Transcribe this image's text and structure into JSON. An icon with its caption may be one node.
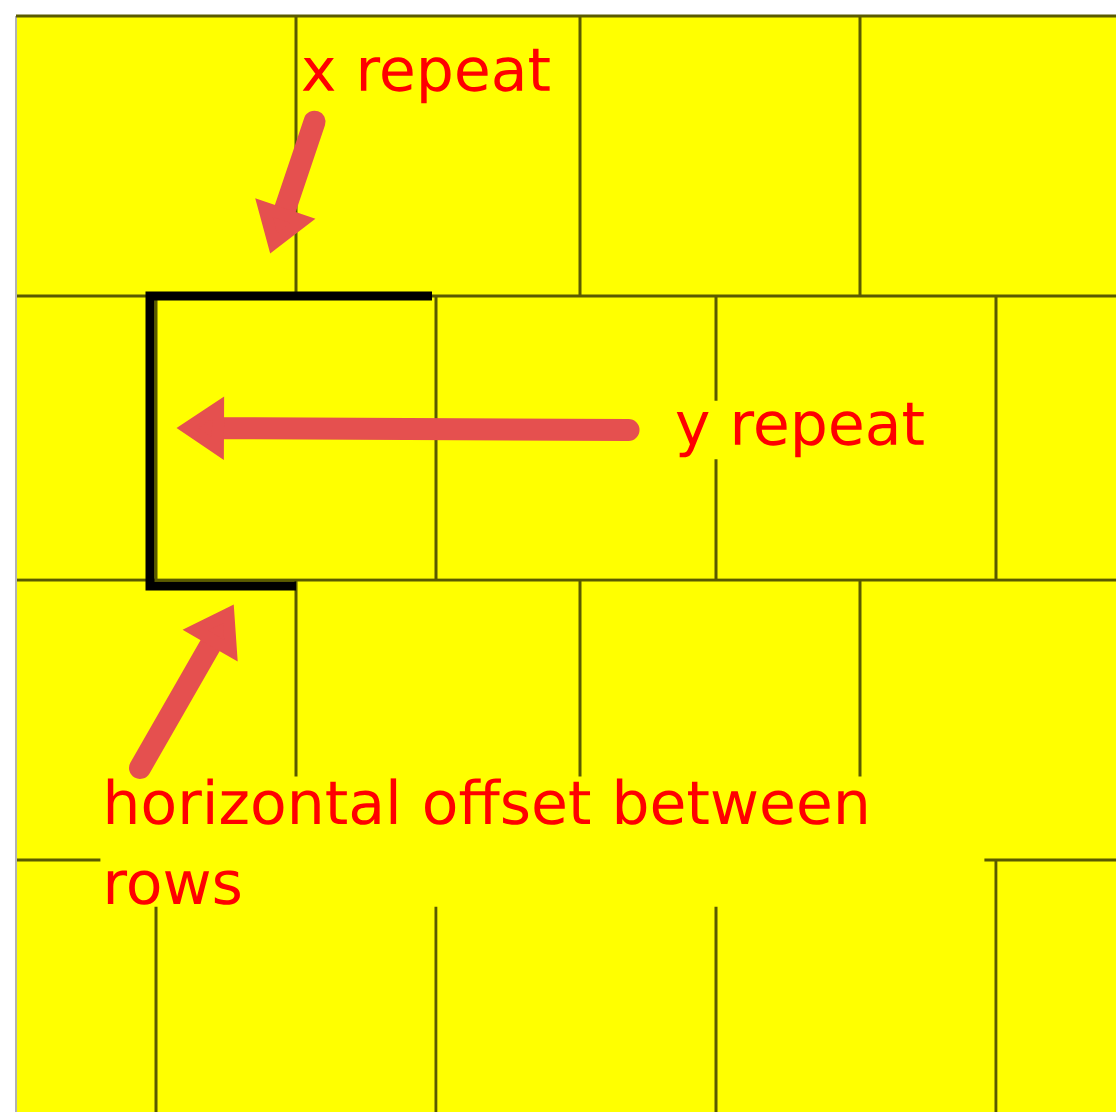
{
  "diagram": {
    "nodes": [
      {
        "text": [
          "x repeat"
        ]
      },
      {
        "text": [
          "y repeat"
        ]
      },
      {
        "text": [
          "horizontal offset between rows"
        ]
      }
    ],
    "edges": [
      {
        "from": 0,
        "to": null,
        "arrow": "to"
      },
      {
        "from": 1,
        "to": null,
        "arrow": "to"
      },
      {
        "from": 2,
        "to": null,
        "arrow": "to"
      }
    ]
  }
}
